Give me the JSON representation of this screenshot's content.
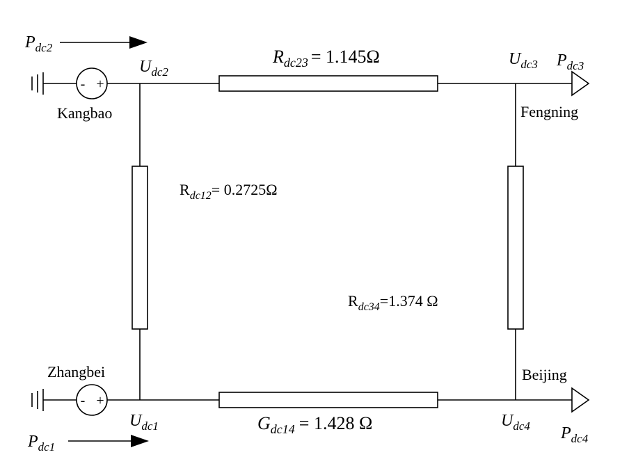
{
  "stations": {
    "kangbao": "Kangbao",
    "fengning": "Fengning",
    "zhangbei": "Zhangbei",
    "beijing": "Beijing"
  },
  "voltages": {
    "u_dc1": {
      "main": "U",
      "sub": "dc1"
    },
    "u_dc2": {
      "main": "U",
      "sub": "dc2"
    },
    "u_dc3": {
      "main": "U",
      "sub": "dc3"
    },
    "u_dc4": {
      "main": "U",
      "sub": "dc4"
    }
  },
  "powers": {
    "p_dc1": {
      "main": "P",
      "sub": "dc1"
    },
    "p_dc2": {
      "main": "P",
      "sub": "dc2"
    },
    "p_dc3": {
      "main": "P",
      "sub": "dc3"
    },
    "p_dc4": {
      "main": "P",
      "sub": "dc4"
    }
  },
  "lines": {
    "r_dc23": {
      "main": "R",
      "sub": "dc23",
      "value": "= 1.145Ω"
    },
    "r_dc12": {
      "main": "R",
      "sub": "dc12",
      "value": "= 0.2725Ω"
    },
    "r_dc34": {
      "main": "R",
      "sub": "dc34",
      "value": "=1.374 Ω"
    },
    "g_dc14": {
      "main": "G",
      "sub": "dc14",
      "value": "= 1.428 Ω"
    }
  },
  "source_signs": {
    "minus": "-",
    "plus": "+"
  }
}
